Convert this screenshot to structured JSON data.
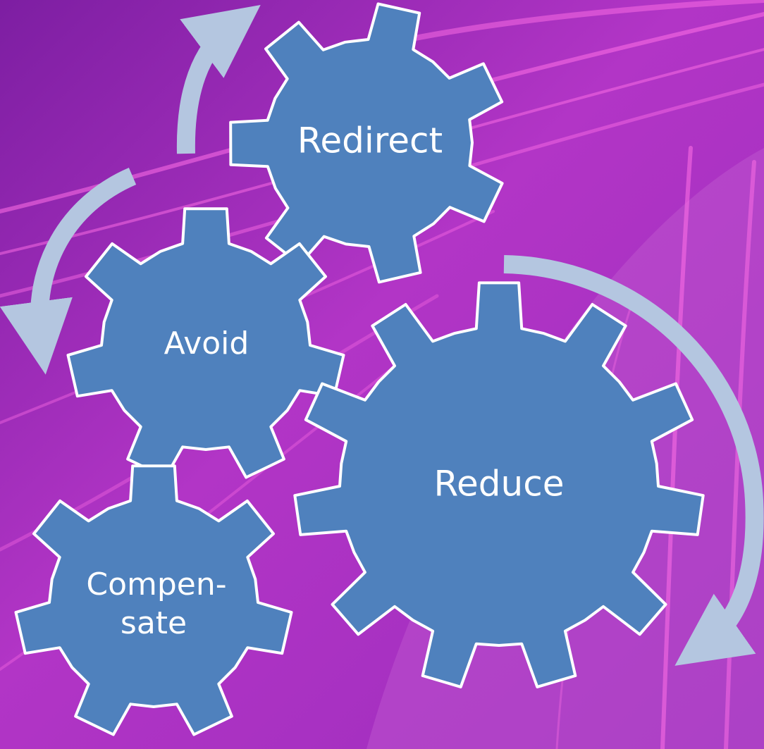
{
  "colors": {
    "background_deep": "#8a1fa8",
    "background_light": "#d24bd8",
    "light_streak": "#ff6fe6",
    "gear_fill": "#4f81bd",
    "gear_outline": "#ffffff",
    "arrow": "#b4c6e0",
    "label": "#ffffff"
  },
  "gears": {
    "redirect": {
      "label": "Redirect"
    },
    "avoid": {
      "label": "Avoid"
    },
    "reduce": {
      "label": "Reduce"
    },
    "compensate": {
      "label_line1": "Compen-",
      "label_line2": "sate"
    }
  }
}
